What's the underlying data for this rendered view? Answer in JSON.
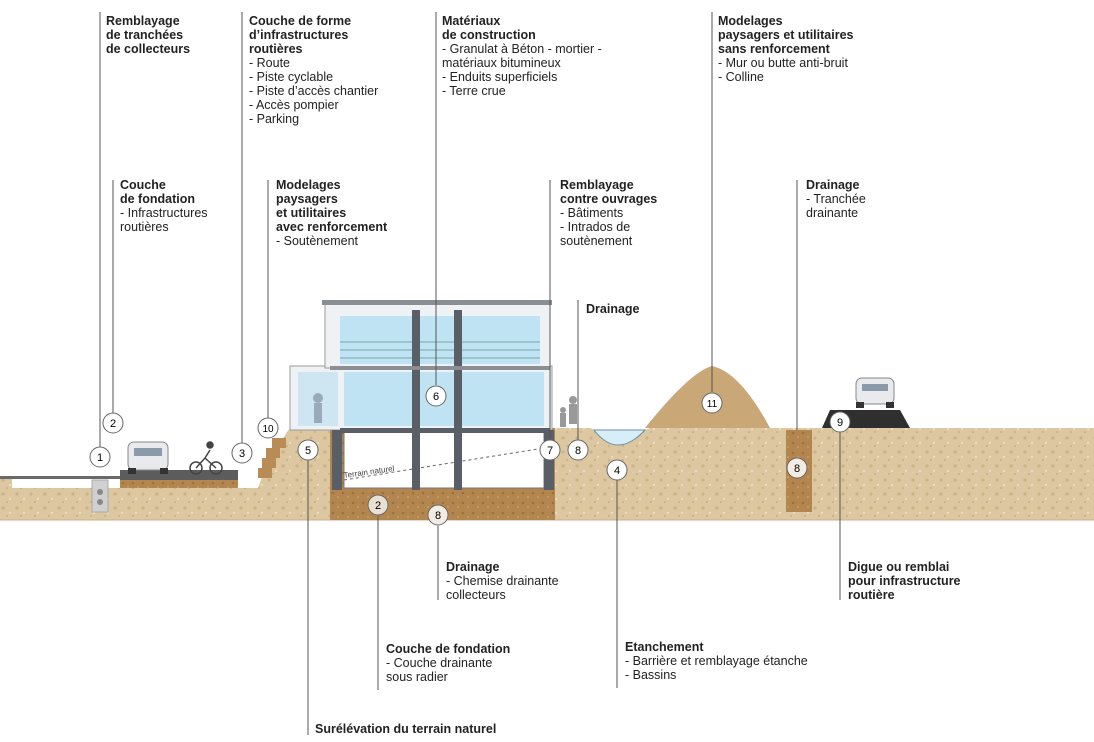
{
  "labels": {
    "remblayage_tranchees": {
      "title": "Remblayage\nde tranchées\nde collecteurs",
      "items": []
    },
    "couche_forme": {
      "title": "Couche de forme\nd’infrastructures\nroutières",
      "items": [
        "Route",
        "Piste cyclable",
        "Piste d’accès chantier",
        "Accès pompier",
        "Parking"
      ]
    },
    "materiaux": {
      "title": "Matériaux\nde construction",
      "items": [
        "Granulat à Béton - mortier -\n  matériaux bitumineux",
        "Enduits superficiels",
        "Terre crue"
      ]
    },
    "modelages_sans": {
      "title": "Modelages\npaysagers et utilitaires\nsans renforcement",
      "items": [
        "Mur ou butte anti-bruit",
        "Colline"
      ]
    },
    "couche_fondation_top": {
      "title": "Couche\nde fondation",
      "items": [
        "Infrastructures\n  routières"
      ]
    },
    "modelages_avec": {
      "title": "Modelages\npaysagers\net utilitaires\navec renforcement",
      "items": [
        "Soutènement"
      ]
    },
    "remblayage_ouvrages": {
      "title": "Remblayage\ncontre ouvrages",
      "items": [
        "Bâtiments",
        "Intrados de\n  soutènement"
      ]
    },
    "drainage_right": {
      "title": "Drainage",
      "items": [
        "Tranchée\n  drainante"
      ]
    },
    "drainage_mid": {
      "title": "Drainage",
      "items": []
    },
    "drainage_bottom": {
      "title": "Drainage",
      "items": [
        "Chemise drainante\n  collecteurs"
      ]
    },
    "digue": {
      "title": "Digue ou remblai\npour infrastructure\nroutière",
      "items": []
    },
    "couche_fondation_bottom": {
      "title": "Couche de fondation",
      "items": [
        "Couche drainante\n  sous radier"
      ]
    },
    "etanchement": {
      "title": "Etanchement",
      "items": [
        "Barrière et remblayage étanche",
        "Bassins"
      ]
    },
    "surelevation": {
      "title": "Surélévation du terrain naturel",
      "items": []
    }
  },
  "terrain_naturel": "Terrain naturel",
  "markers": {
    "m1": "1",
    "m2a": "2",
    "m3": "3",
    "m10": "10",
    "m5": "5",
    "m6": "6",
    "m2b": "2",
    "m8a": "8",
    "m7": "7",
    "m8b": "8",
    "m4": "4",
    "m11": "11",
    "m8c": "8",
    "m9": "9"
  },
  "colors": {
    "soil": "#d8c29a",
    "soil_dark": "#b98c55",
    "glass": "#bfe3f3",
    "frame": "#5a5e66",
    "line": "#555555",
    "water": "#d6eef7"
  }
}
